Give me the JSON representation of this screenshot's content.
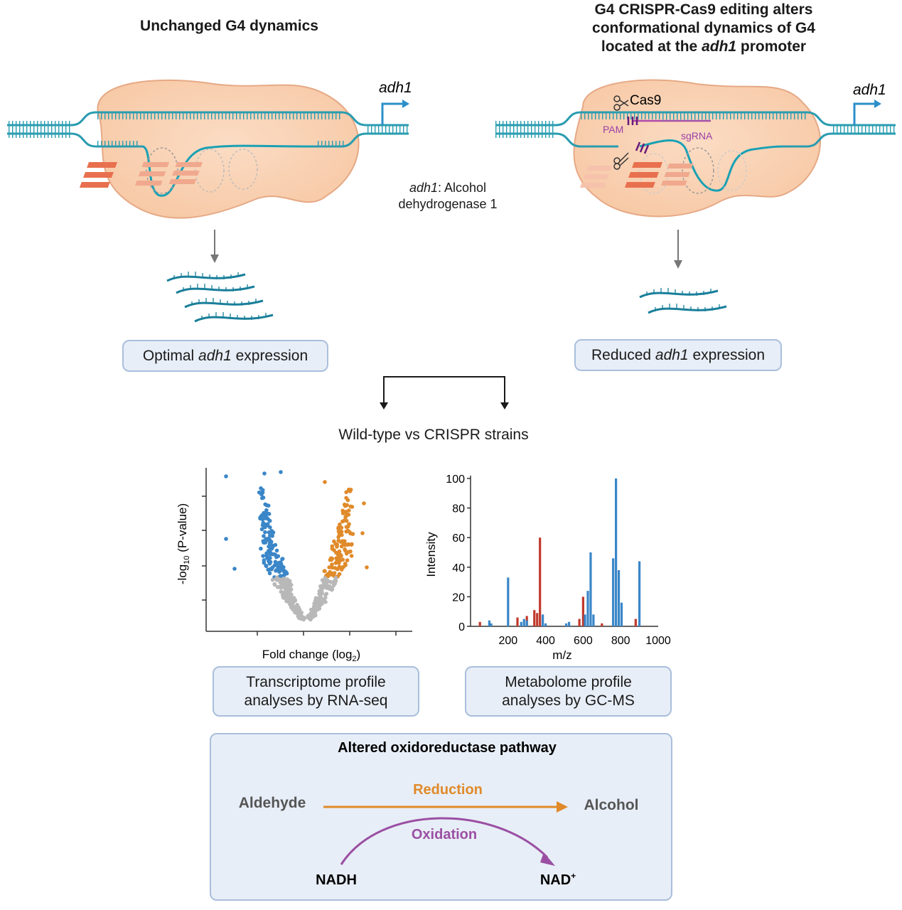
{
  "left_panel": {
    "title": "Unchanged G4 dynamics",
    "gene_label": "adh1",
    "result_prefix": "Optimal ",
    "result_gene": "adh1",
    "result_suffix": " expression"
  },
  "right_panel": {
    "title_line1": "G4 CRISPR-Cas9 editing alters",
    "title_line2": "conformational dynamics of G4",
    "title_line3_prefix": "located at the ",
    "title_line3_gene": "adh1",
    "title_line3_suffix": " promoter",
    "gene_label": "adh1",
    "cas9_label": "Cas9",
    "pam_label": "PAM",
    "sgrna_label": "sgRNA",
    "result_prefix": "Reduced ",
    "result_gene": "adh1",
    "result_suffix": " expression"
  },
  "legend": {
    "gene": "adh1",
    "line1_rest": ": Alcohol",
    "line2": "dehydrogenase 1"
  },
  "comparison_label": "Wild-type vs CRISPR strains",
  "volcano": {
    "y_label_prefix": "-log",
    "y_label_sub": "10",
    "y_label_suffix": " (P-value)",
    "x_label_prefix": "Fold change (log",
    "x_label_sub": "2",
    "x_label_suffix": ")",
    "colors": {
      "down": "#3a86c8",
      "up": "#e08a2a",
      "ns": "#b8b8b8"
    }
  },
  "chart_data": {
    "type": "bar",
    "xlabel": "m/z",
    "ylabel": "Intensity",
    "xlim": [
      0,
      1000
    ],
    "ylim": [
      0,
      100
    ],
    "x_ticks": [
      "200",
      "400",
      "600",
      "800",
      "1000"
    ],
    "y_ticks": [
      "0",
      "20",
      "40",
      "60",
      "80",
      "100"
    ],
    "series": [
      {
        "color": "#c0392b",
        "x": [
          50,
          250,
          300,
          340,
          355,
          370,
          580,
          600,
          700,
          880
        ],
        "values": [
          3,
          6,
          7,
          11,
          9,
          60,
          5,
          20,
          2,
          5
        ]
      },
      {
        "color": "#3a86c8",
        "x": [
          100,
          110,
          200,
          270,
          285,
          300,
          385,
          400,
          510,
          525,
          610,
          625,
          640,
          655,
          760,
          775,
          790,
          805,
          900
        ],
        "values": [
          4,
          2,
          33,
          3,
          5,
          4,
          8,
          2,
          2,
          3,
          8,
          24,
          50,
          8,
          46,
          100,
          38,
          16,
          44
        ]
      }
    ]
  },
  "boxes": {
    "transcriptome_line1": "Transcriptome profile",
    "transcriptome_line2": "analyses by RNA-seq",
    "metabolome_line1": "Metabolome profile",
    "metabolome_line2": "analyses by GC-MS"
  },
  "pathway": {
    "title": "Altered oxidoreductase pathway",
    "substrate": "Aldehyde",
    "product": "Alcohol",
    "forward": "Reduction",
    "reverse": "Oxidation",
    "cofactor_in": "NADH",
    "cofactor_out": "NAD",
    "cofactor_out_sup": "+",
    "colors": {
      "reduction": "#e08a2a",
      "oxidation": "#9b4fa3",
      "label": "#555555"
    }
  }
}
